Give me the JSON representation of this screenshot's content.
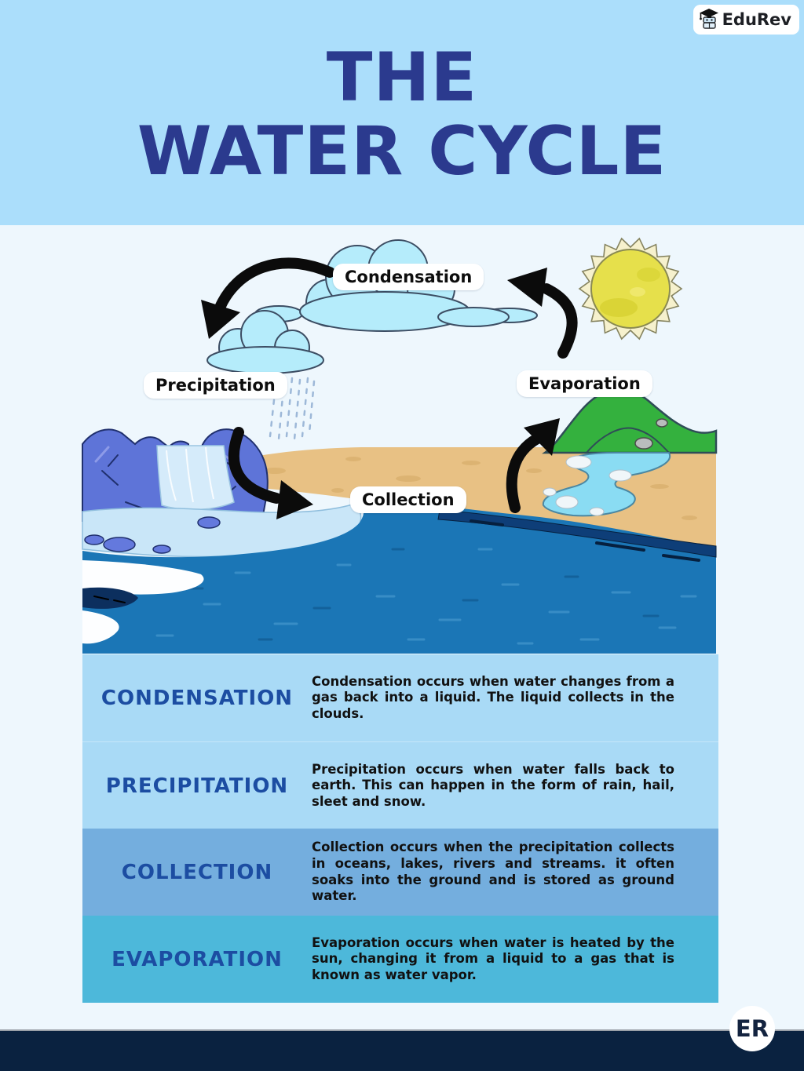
{
  "header": {
    "title_line1": "THE",
    "title_line2": "WATER CYCLE",
    "logo_text": "EduRev"
  },
  "diagram": {
    "labels": {
      "condensation": "Condensation",
      "precipitation": "Precipitation",
      "evaporation": "Evaporation",
      "collection": "Collection"
    }
  },
  "sections": [
    {
      "term": "CONDENSATION",
      "description": "Condensation occurs when water changes from a gas back into a liquid. The liquid collects in the clouds."
    },
    {
      "term": "PRECIPITATION",
      "description": "Precipitation occurs when water falls back to earth. This can happen in the form of rain, hail, sleet and snow."
    },
    {
      "term": "COLLECTION",
      "description": "Collection occurs when the precipitation collects in oceans, lakes, rivers and streams. it often soaks into the ground and is stored as ground water."
    },
    {
      "term": "EVAPORATION",
      "description": "Evaporation occurs when water is heated by the sun, changing it from a liquid to a gas that is known as water vapor."
    }
  ],
  "footer": {
    "badge_text": "ER"
  },
  "colors": {
    "header_band": "#abdefb",
    "page_background": "#eef7fd",
    "title_navy": "#2b3a8e",
    "term_navy": "#1c4da2",
    "row_condensation": "#a9daf6",
    "row_precipitation": "#a9daf6",
    "row_collection": "#74aede",
    "row_evaporation": "#4db8da",
    "footer_navy": "#0a2240",
    "ocean_blue": "#1b76b6",
    "shoreline_navy": "#0e3e78",
    "sand_tan": "#e8c184",
    "hill_green": "#34b13e",
    "sun_yellow": "#e6e04b",
    "sun_ray_cream": "#f6f1cd",
    "cloud_blue": "#b5ecfb",
    "label_pill": "#ffffff",
    "arrow_black": "#0b0b0b"
  }
}
